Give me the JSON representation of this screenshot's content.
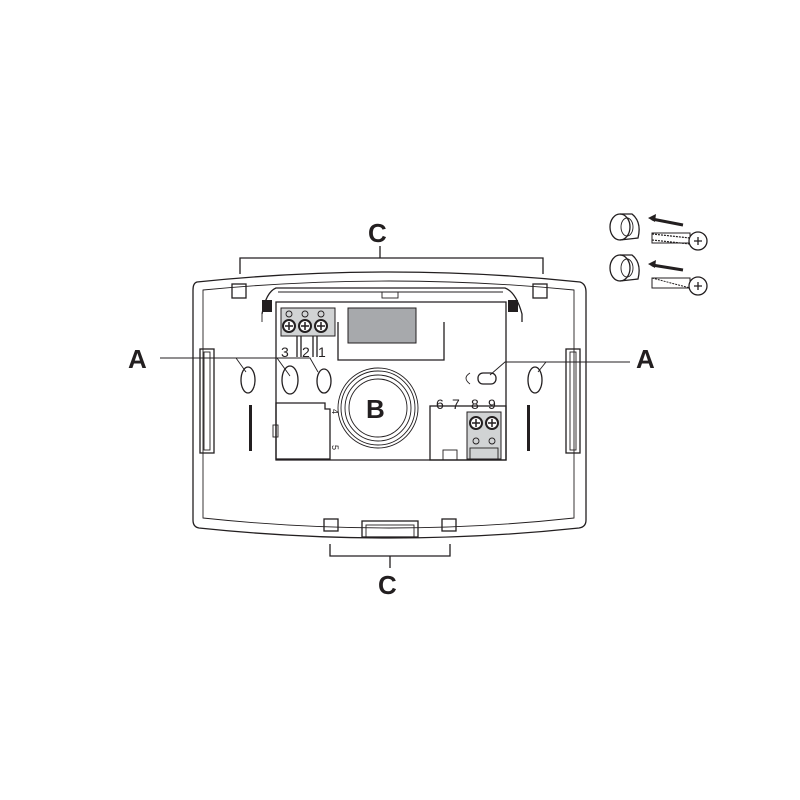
{
  "labels": {
    "c_top": "C",
    "c_bottom": "C",
    "a_left": "A",
    "a_right": "A",
    "b_center": "B"
  },
  "terminals": {
    "left": [
      "3",
      "2",
      "1"
    ],
    "side": [
      "4",
      "5"
    ],
    "right": [
      "6",
      "7",
      "8",
      "9"
    ]
  },
  "colors": {
    "line": "#231f20",
    "gray_fill": "#a7a9ac",
    "terminal_fill": "#d1d3d4"
  }
}
